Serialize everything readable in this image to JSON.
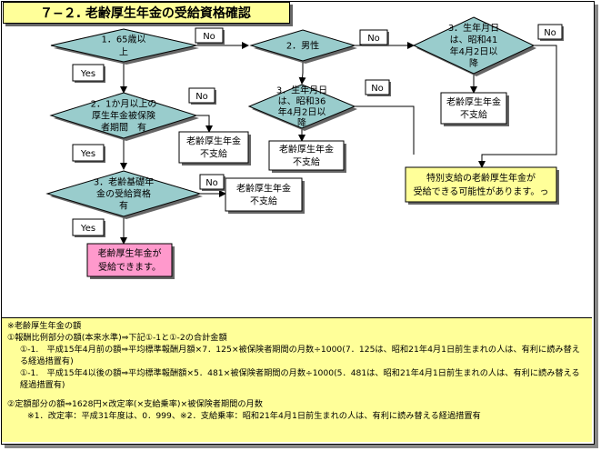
{
  "title": "７−２. 老齢厚生年金の受給資格確認",
  "nodes": {
    "d1": [
      "1．65歳以",
      "上"
    ],
    "d2": [
      "2．男性"
    ],
    "d3": [
      "3．生年月日",
      "は、昭和41",
      "年4月2日以",
      "降"
    ],
    "d4": [
      "2．1か月以上の",
      "厚生年金被保険",
      "者期間　有"
    ],
    "d5": [
      "3．生年月日",
      "は、昭和36",
      "年4月2日以",
      "降"
    ],
    "d6": [
      "3．老齢基礎年",
      "金の受給資格",
      "有"
    ],
    "r_notpaid_1": [
      "老齢厚生年金",
      "不支給"
    ],
    "r_notpaid_2": [
      "老齢厚生年金",
      "不支給"
    ],
    "r_notpaid_3": [
      "老齢厚生年金",
      "不支給"
    ],
    "r_notpaid_4": [
      "老齢厚生年金",
      "不支給"
    ],
    "r_special": [
      "特別支給の老齢厚生年金が",
      "受給できる可能性があります。っ"
    ],
    "r_ok": [
      "老齢厚生年金が",
      "受給できます。"
    ]
  },
  "labels": {
    "yes": "Yes",
    "no": "No"
  },
  "notes": {
    "heading": "※老齢厚生年金の額",
    "l1": "①報酬比例部分の額(本来水準)⇒下記①-1と①-2の合計金額",
    "l2": "①-1.　平成15年4月前の額⇒平均標準報酬月額×7．125×被保険者期間の月数÷1000(7．125は、昭和21年4月1日前生まれの人は、有利に読み替える経過措置有)",
    "l3": "①-1.　平成15年4以後の額⇒平均標準報酬額×5．481×被保険者期間の月数÷1000(5．481は、昭和21年4月1日前生まれの人は、有利に読み替える経過措置有)",
    "l4": "②定額部分の額⇒1628円×改定率(×支給乗率)×被保険者期間の月数",
    "l5": "※1．改定率：平成31年度は、0．999、※2．支給乗率：昭和21年4月1日前生まれの人は、有利に読み替える経過措置有"
  },
  "colors": {
    "diamond": "#99cccc",
    "yellow": "#ffff99",
    "pink": "#ff99cc"
  }
}
